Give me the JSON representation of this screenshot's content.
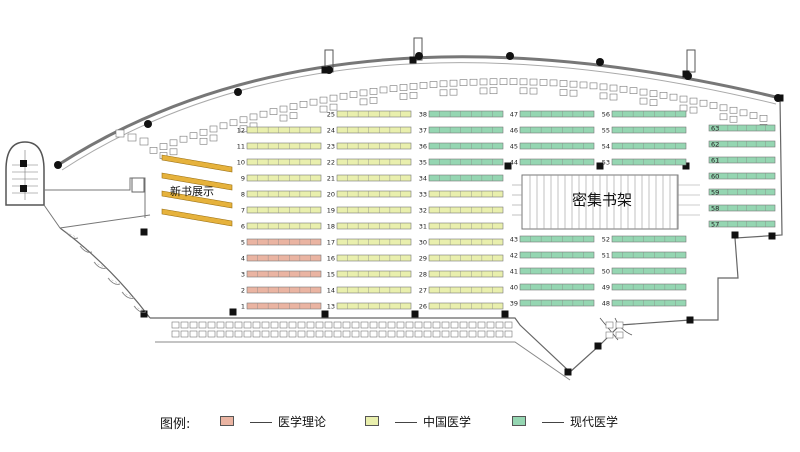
{
  "colors": {
    "theory": "#eab4a2",
    "chinese": "#e9efad",
    "modern": "#95d6b2",
    "new_book": "#e6b23c"
  },
  "labels": {
    "new_books": "新书展示",
    "dense_shelves": "密集书架"
  },
  "legend": {
    "title": "图例:",
    "items": [
      {
        "key": "theory",
        "text": "医学理论"
      },
      {
        "key": "chinese",
        "text": "中国医学"
      },
      {
        "key": "modern",
        "text": "现代医学"
      }
    ]
  },
  "shelves": {
    "col1": [
      {
        "n": "12",
        "cat": "chinese"
      },
      {
        "n": "11",
        "cat": "chinese"
      },
      {
        "n": "10",
        "cat": "chinese"
      },
      {
        "n": "9",
        "cat": "chinese"
      },
      {
        "n": "8",
        "cat": "chinese"
      },
      {
        "n": "7",
        "cat": "chinese"
      },
      {
        "n": "6",
        "cat": "chinese"
      },
      {
        "n": "5",
        "cat": "theory"
      },
      {
        "n": "4",
        "cat": "theory"
      },
      {
        "n": "3",
        "cat": "theory"
      },
      {
        "n": "2",
        "cat": "theory"
      },
      {
        "n": "1",
        "cat": "theory"
      }
    ],
    "col2": [
      {
        "n": "25",
        "cat": "chinese"
      },
      {
        "n": "24",
        "cat": "chinese"
      },
      {
        "n": "23",
        "cat": "chinese"
      },
      {
        "n": "22",
        "cat": "chinese"
      },
      {
        "n": "21",
        "cat": "chinese"
      },
      {
        "n": "20",
        "cat": "chinese"
      },
      {
        "n": "19",
        "cat": "chinese"
      },
      {
        "n": "18",
        "cat": "chinese"
      },
      {
        "n": "17",
        "cat": "chinese"
      },
      {
        "n": "16",
        "cat": "chinese"
      },
      {
        "n": "15",
        "cat": "chinese"
      },
      {
        "n": "14",
        "cat": "chinese"
      },
      {
        "n": "13",
        "cat": "chinese"
      }
    ],
    "col3": [
      {
        "n": "38",
        "cat": "modern"
      },
      {
        "n": "37",
        "cat": "modern"
      },
      {
        "n": "36",
        "cat": "modern"
      },
      {
        "n": "35",
        "cat": "modern"
      },
      {
        "n": "34",
        "cat": "modern"
      },
      {
        "n": "33",
        "cat": "chinese"
      },
      {
        "n": "32",
        "cat": "chinese"
      },
      {
        "n": "31",
        "cat": "chinese"
      },
      {
        "n": "30",
        "cat": "chinese"
      },
      {
        "n": "29",
        "cat": "chinese"
      },
      {
        "n": "28",
        "cat": "chinese"
      },
      {
        "n": "27",
        "cat": "chinese"
      },
      {
        "n": "26",
        "cat": "chinese"
      }
    ],
    "col4_top": [
      {
        "n": "47",
        "cat": "modern"
      },
      {
        "n": "46",
        "cat": "modern"
      },
      {
        "n": "45",
        "cat": "modern"
      },
      {
        "n": "44",
        "cat": "modern"
      }
    ],
    "col4_bot": [
      {
        "n": "43",
        "cat": "modern"
      },
      {
        "n": "42",
        "cat": "modern"
      },
      {
        "n": "41",
        "cat": "modern"
      },
      {
        "n": "40",
        "cat": "modern"
      },
      {
        "n": "39",
        "cat": "modern"
      }
    ],
    "col5_top": [
      {
        "n": "56",
        "cat": "modern"
      },
      {
        "n": "55",
        "cat": "modern"
      },
      {
        "n": "54",
        "cat": "modern"
      },
      {
        "n": "53",
        "cat": "modern"
      }
    ],
    "col5_bot": [
      {
        "n": "52",
        "cat": "modern"
      },
      {
        "n": "51",
        "cat": "modern"
      },
      {
        "n": "50",
        "cat": "modern"
      },
      {
        "n": "49",
        "cat": "modern"
      },
      {
        "n": "48",
        "cat": "modern"
      }
    ],
    "col6": [
      {
        "n": "63",
        "cat": "modern"
      },
      {
        "n": "62",
        "cat": "modern"
      },
      {
        "n": "61",
        "cat": "modern"
      },
      {
        "n": "60",
        "cat": "modern"
      },
      {
        "n": "59",
        "cat": "modern"
      },
      {
        "n": "58",
        "cat": "modern"
      },
      {
        "n": "57",
        "cat": "modern"
      }
    ]
  }
}
